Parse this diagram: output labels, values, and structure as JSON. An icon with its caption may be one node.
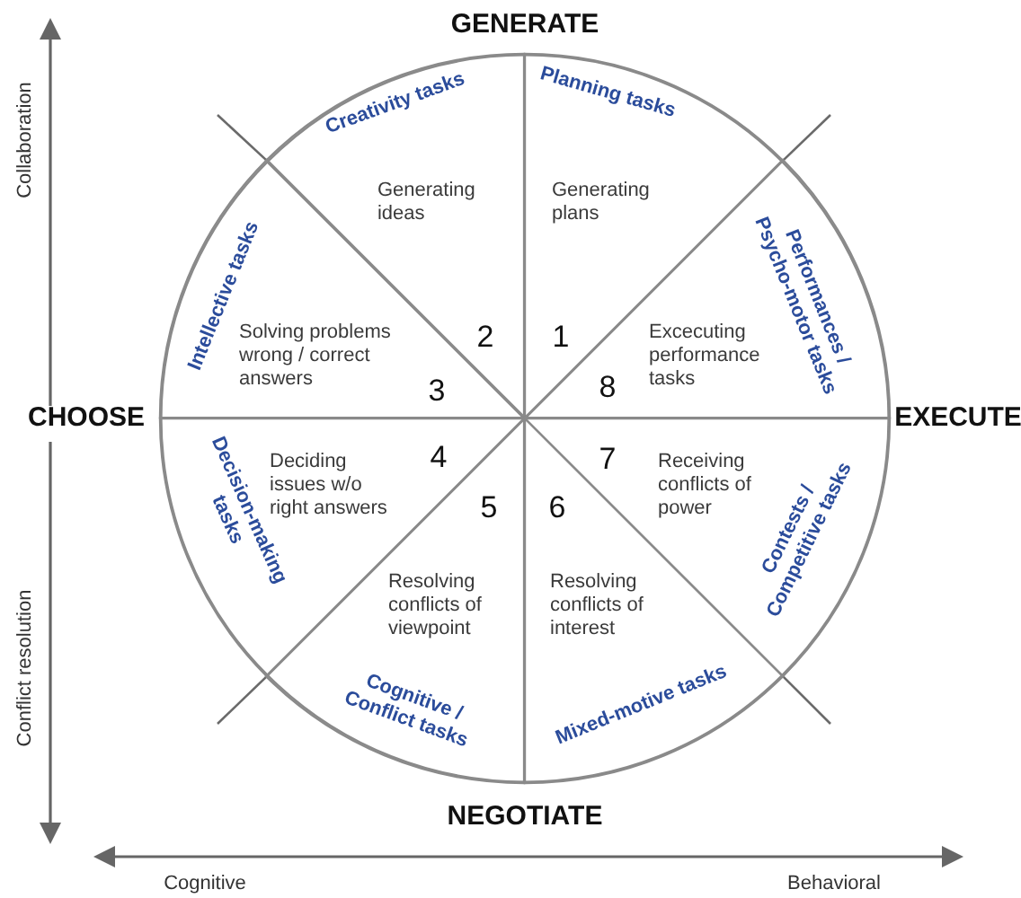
{
  "diagram": {
    "nodes": [
      {
        "text": [],
        "shape": "circle"
      },
      {
        "text": [
          "Planning tasks",
          "Generating plans",
          "1"
        ],
        "in": 0
      },
      {
        "text": [
          "Creativity tasks",
          "Generating ideas",
          "2"
        ],
        "in": 0
      },
      {
        "text": [
          "Intellective tasks",
          "Solving problems wrong / correct answers",
          "3"
        ],
        "in": 0
      },
      {
        "text": [
          "Decision-making tasks",
          "Deciding issues w/o right answers",
          "4"
        ],
        "in": 0
      },
      {
        "text": [
          "Cognitive / Conflict tasks",
          "5",
          "Resolving conflicts of viewpoint"
        ],
        "in": 0
      },
      {
        "text": [
          "Mixed-motive tasks",
          "6",
          "Resolving conflicts of interest"
        ],
        "in": 0
      },
      {
        "text": [
          "Contests / Competitive tasks",
          "7",
          "Receiving conflicts of power"
        ],
        "in": 0
      },
      {
        "text": [
          "Performances / Psycho-motor tasks",
          "Excecuting performance tasks",
          "8"
        ],
        "in": 0
      }
    ],
    "labels": [
      "GENERATE",
      "Collaboration",
      "CHOOSE",
      "EXECUTE",
      "Conflict resolution",
      "NEGOTIATE",
      "Cognitive",
      "Behavioral"
    ]
  }
}
